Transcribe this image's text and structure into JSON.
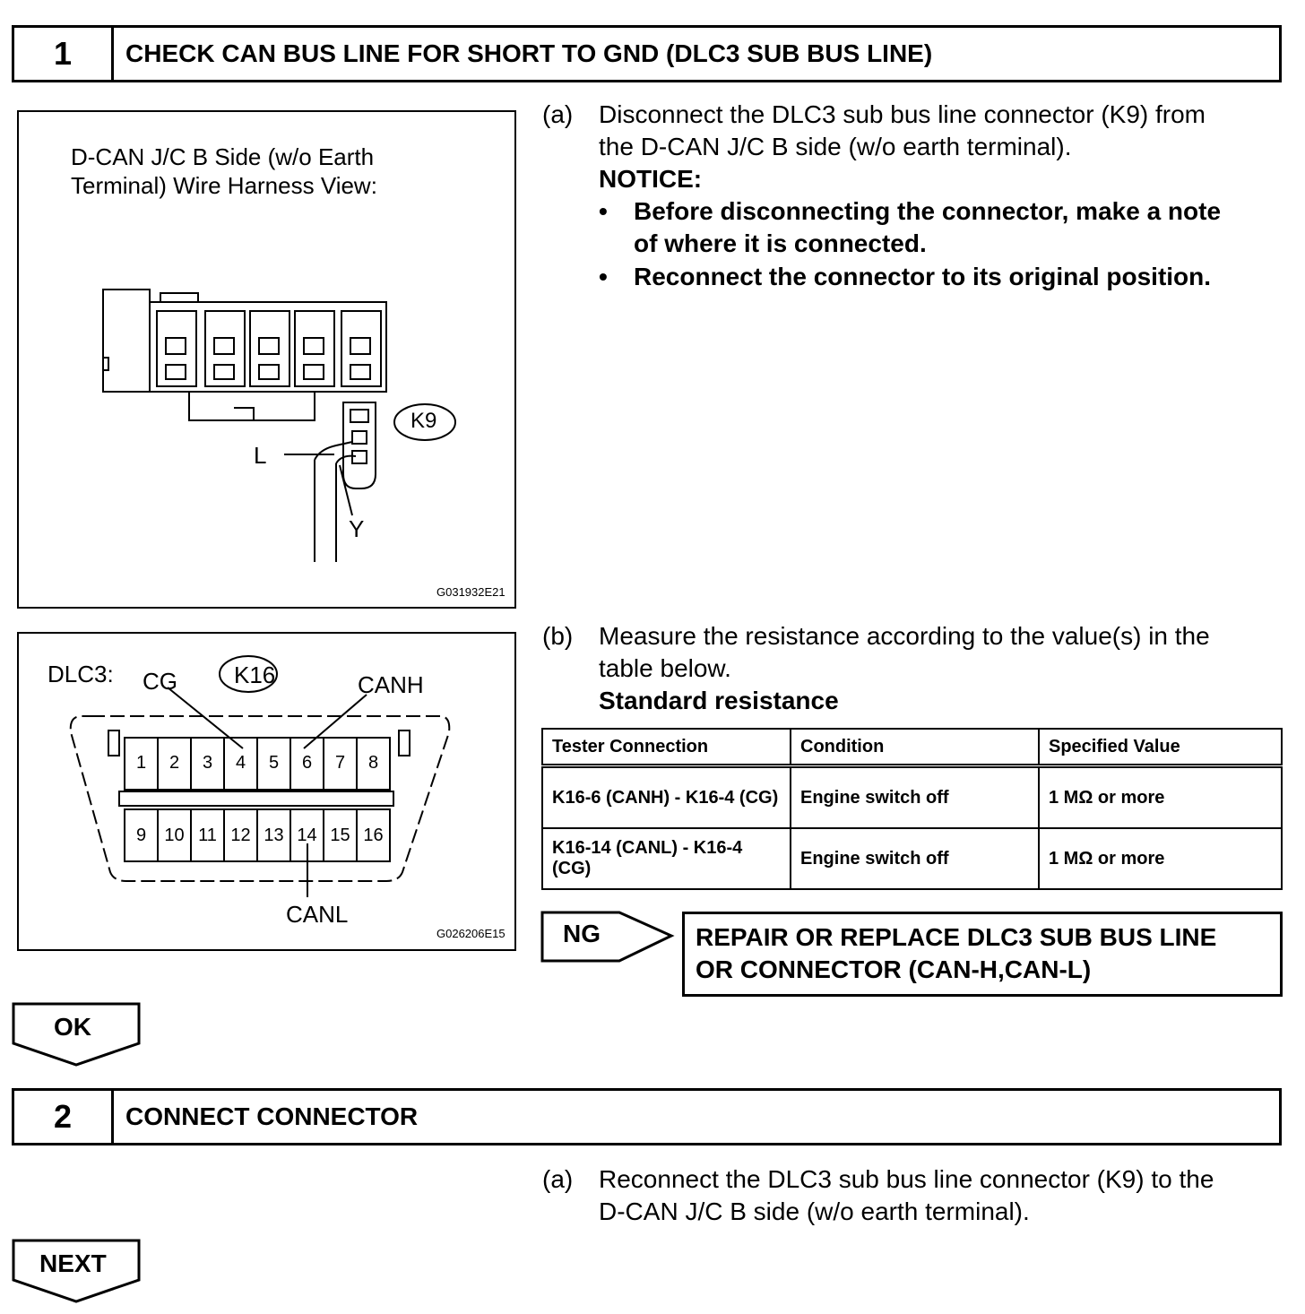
{
  "step1": {
    "number": "1",
    "title": "CHECK CAN BUS LINE FOR SHORT TO GND (DLC3 SUB BUS LINE)",
    "figure1": {
      "caption_line1": "D-CAN J/C B Side (w/o Earth",
      "caption_line2": "Terminal) Wire Harness View:",
      "connector_label": "K9",
      "wire_l": "L",
      "wire_y": "Y",
      "code": "G031932E21"
    },
    "figure2": {
      "title": "DLC3:",
      "connector_label": "K16",
      "label_cg": "CG",
      "label_canh": "CANH",
      "label_canl": "CANL",
      "pins_top": [
        "1",
        "2",
        "3",
        "4",
        "5",
        "6",
        "7",
        "8"
      ],
      "pins_bottom": [
        "9",
        "10",
        "11",
        "12",
        "13",
        "14",
        "15",
        "16"
      ],
      "code": "G026206E15"
    },
    "a": {
      "marker": "(a)",
      "line1": "Disconnect the DLC3 sub bus line connector (K9) from",
      "line2": "the D-CAN J/C B side (w/o earth terminal).",
      "notice_title": "NOTICE:",
      "bullet1_line1": "Before disconnecting the connector, make a note",
      "bullet1_line2": "of where it is connected.",
      "bullet2": "Reconnect the connector to its original position."
    },
    "b": {
      "marker": "(b)",
      "line1": "Measure the resistance according to the value(s) in the",
      "line2": "table below.",
      "subtitle": "Standard resistance"
    },
    "table": {
      "headers": [
        "Tester Connection",
        "Condition",
        "Specified Value"
      ],
      "rows": [
        [
          "K16-6 (CANH) - K16-4 (CG)",
          "Engine switch off",
          "1 MΩ or more"
        ],
        [
          "K16-14 (CANL) - K16-4 (CG)",
          "Engine switch off",
          "1 MΩ or more"
        ]
      ]
    },
    "ng_label": "NG",
    "ng_result_line1": "REPAIR OR REPLACE DLC3 SUB BUS LINE",
    "ng_result_line2": "OR CONNECTOR (CAN-H,CAN-L)",
    "ok_label": "OK"
  },
  "step2": {
    "number": "2",
    "title": "CONNECT CONNECTOR",
    "a": {
      "marker": "(a)",
      "line1": "Reconnect the DLC3 sub bus line connector (K9) to the",
      "line2": "D-CAN J/C B side (w/o earth terminal)."
    },
    "next_label": "NEXT"
  }
}
